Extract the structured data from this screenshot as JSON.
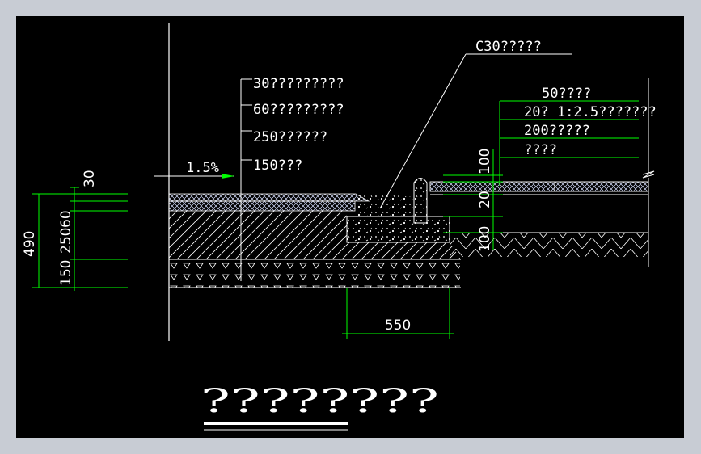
{
  "drawing": {
    "callout_material": "C30?????",
    "left_layers": [
      "30?????????",
      "60?????????",
      "250??????",
      "150???"
    ],
    "slope": "1.5%",
    "right_layers": [
      "50????",
      "20? 1:2.5???????",
      "200?????",
      "????"
    ],
    "left_dims": {
      "total": "490",
      "d30": "30",
      "d60": "60",
      "d250": "250",
      "d150": "150"
    },
    "right_dims": {
      "d100a": "100",
      "d20": "20",
      "d100b": "100"
    },
    "bottom_dim": "550",
    "title": "????????"
  },
  "colors": {
    "background": "#000000",
    "frame": "#c8ccd4",
    "line": "#ffffff",
    "dimension": "#00ff00"
  }
}
